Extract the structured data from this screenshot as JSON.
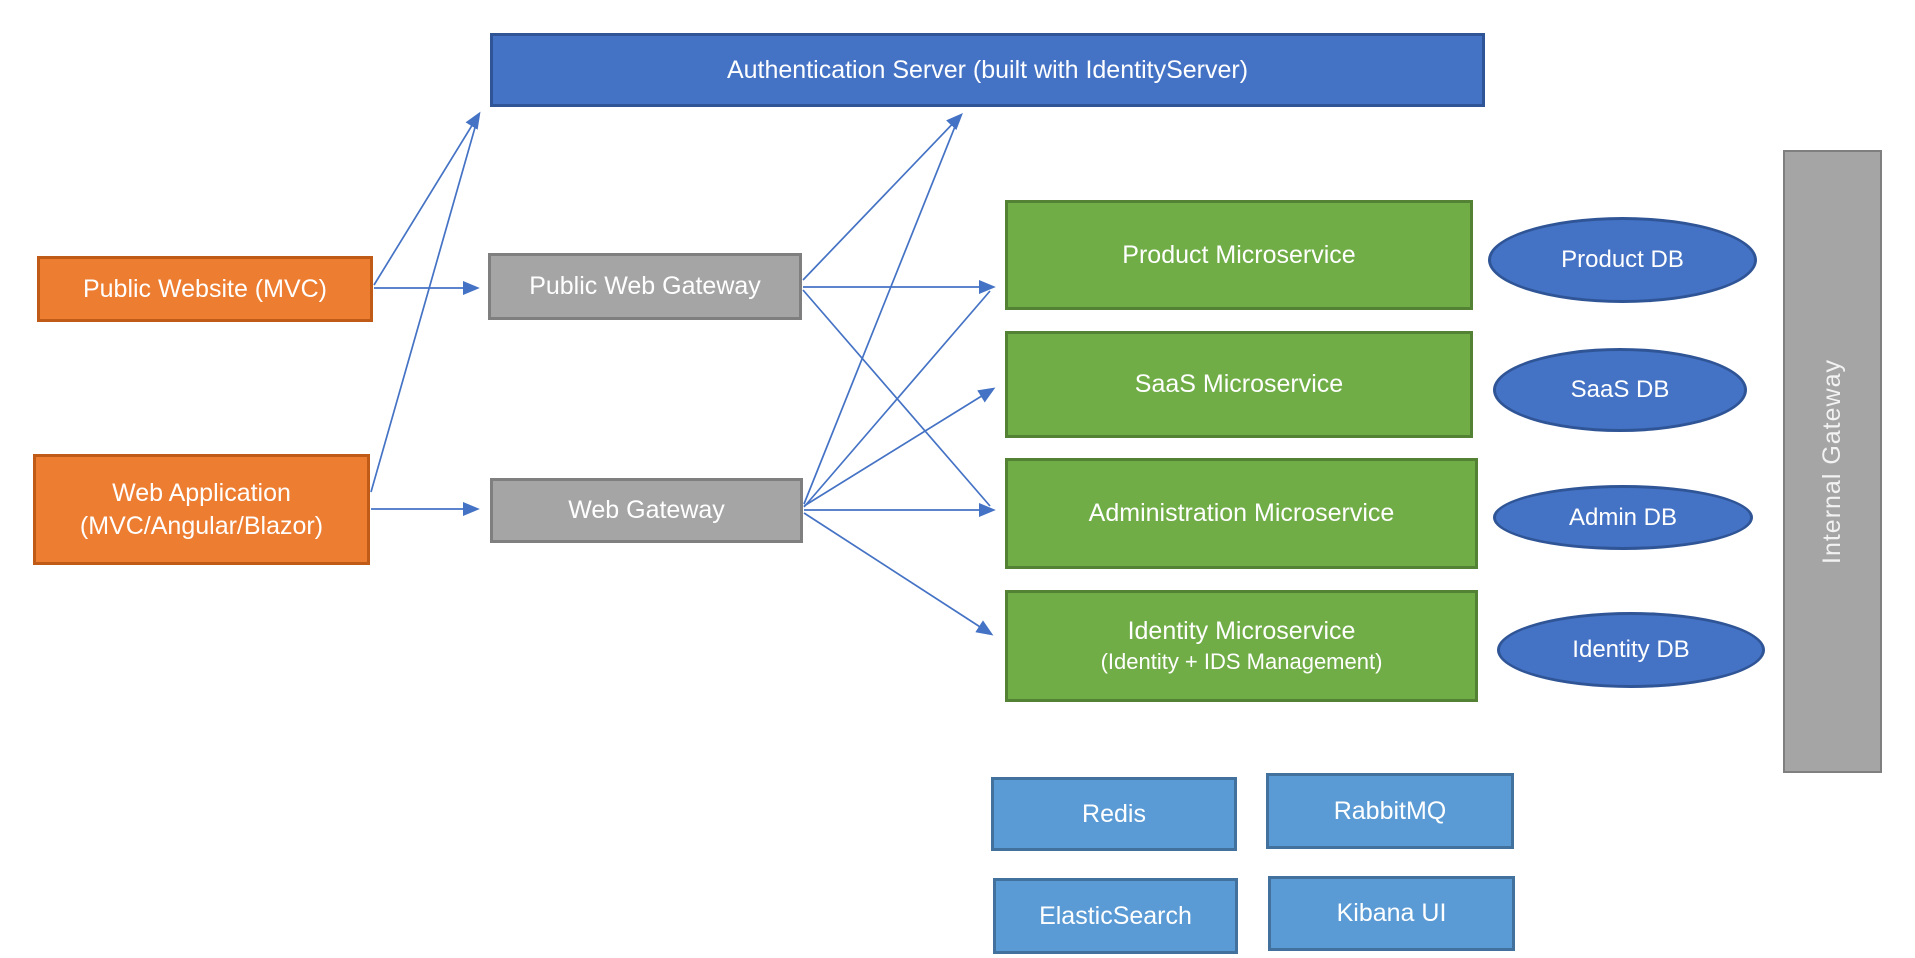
{
  "nodes": {
    "auth_server": {
      "label": "Authentication Server (built with IdentityServer)"
    },
    "public_website": {
      "label": "Public Website (MVC)"
    },
    "web_application": {
      "line1": "Web Application",
      "line2": "(MVC/Angular/Blazor)"
    },
    "public_web_gateway": {
      "label": "Public Web Gateway"
    },
    "web_gateway": {
      "label": "Web Gateway"
    },
    "product_ms": {
      "label": "Product Microservice"
    },
    "saas_ms": {
      "label": "SaaS Microservice"
    },
    "admin_ms": {
      "label": "Administration Microservice"
    },
    "identity_ms": {
      "line1": "Identity Microservice",
      "line2": "(Identity + IDS Management)"
    },
    "product_db": {
      "label": "Product DB"
    },
    "saas_db": {
      "label": "SaaS DB"
    },
    "admin_db": {
      "label": "Admin DB"
    },
    "identity_db": {
      "label": "Identity DB"
    },
    "internal_gateway": {
      "label": "Internal Gateway"
    },
    "redis": {
      "label": "Redis"
    },
    "rabbitmq": {
      "label": "RabbitMQ"
    },
    "elasticsearch": {
      "label": "ElasticSearch"
    },
    "kibana": {
      "label": "Kibana UI"
    }
  },
  "edges": [
    {
      "from": "public_website",
      "to": "public_web_gateway"
    },
    {
      "from": "web_application",
      "to": "web_gateway"
    },
    {
      "from": "public_website",
      "to": "auth_server"
    },
    {
      "from": "web_application",
      "to": "auth_server"
    },
    {
      "from": "public_web_gateway",
      "to": "auth_server"
    },
    {
      "from": "web_gateway",
      "to": "auth_server"
    },
    {
      "from": "public_web_gateway",
      "to": "product_ms"
    },
    {
      "from": "web_gateway",
      "to": "product_ms"
    },
    {
      "from": "public_web_gateway",
      "to": "admin_ms"
    },
    {
      "from": "web_gateway",
      "to": "saas_ms"
    },
    {
      "from": "web_gateway",
      "to": "admin_ms"
    },
    {
      "from": "web_gateway",
      "to": "identity_ms"
    }
  ],
  "colors": {
    "client_fill": "#ED7D31",
    "client_border": "#C05A17",
    "auth_fill": "#4472C4",
    "auth_border": "#2F5597",
    "gateway_fill": "#A5A5A5",
    "gateway_border": "#7F7F7F",
    "service_fill": "#70AD47",
    "service_border": "#548235",
    "db_fill": "#4472C4",
    "db_border": "#2F5597",
    "infra_fill": "#5B9BD5",
    "infra_border": "#41719C",
    "arrow": "#4472C4"
  }
}
